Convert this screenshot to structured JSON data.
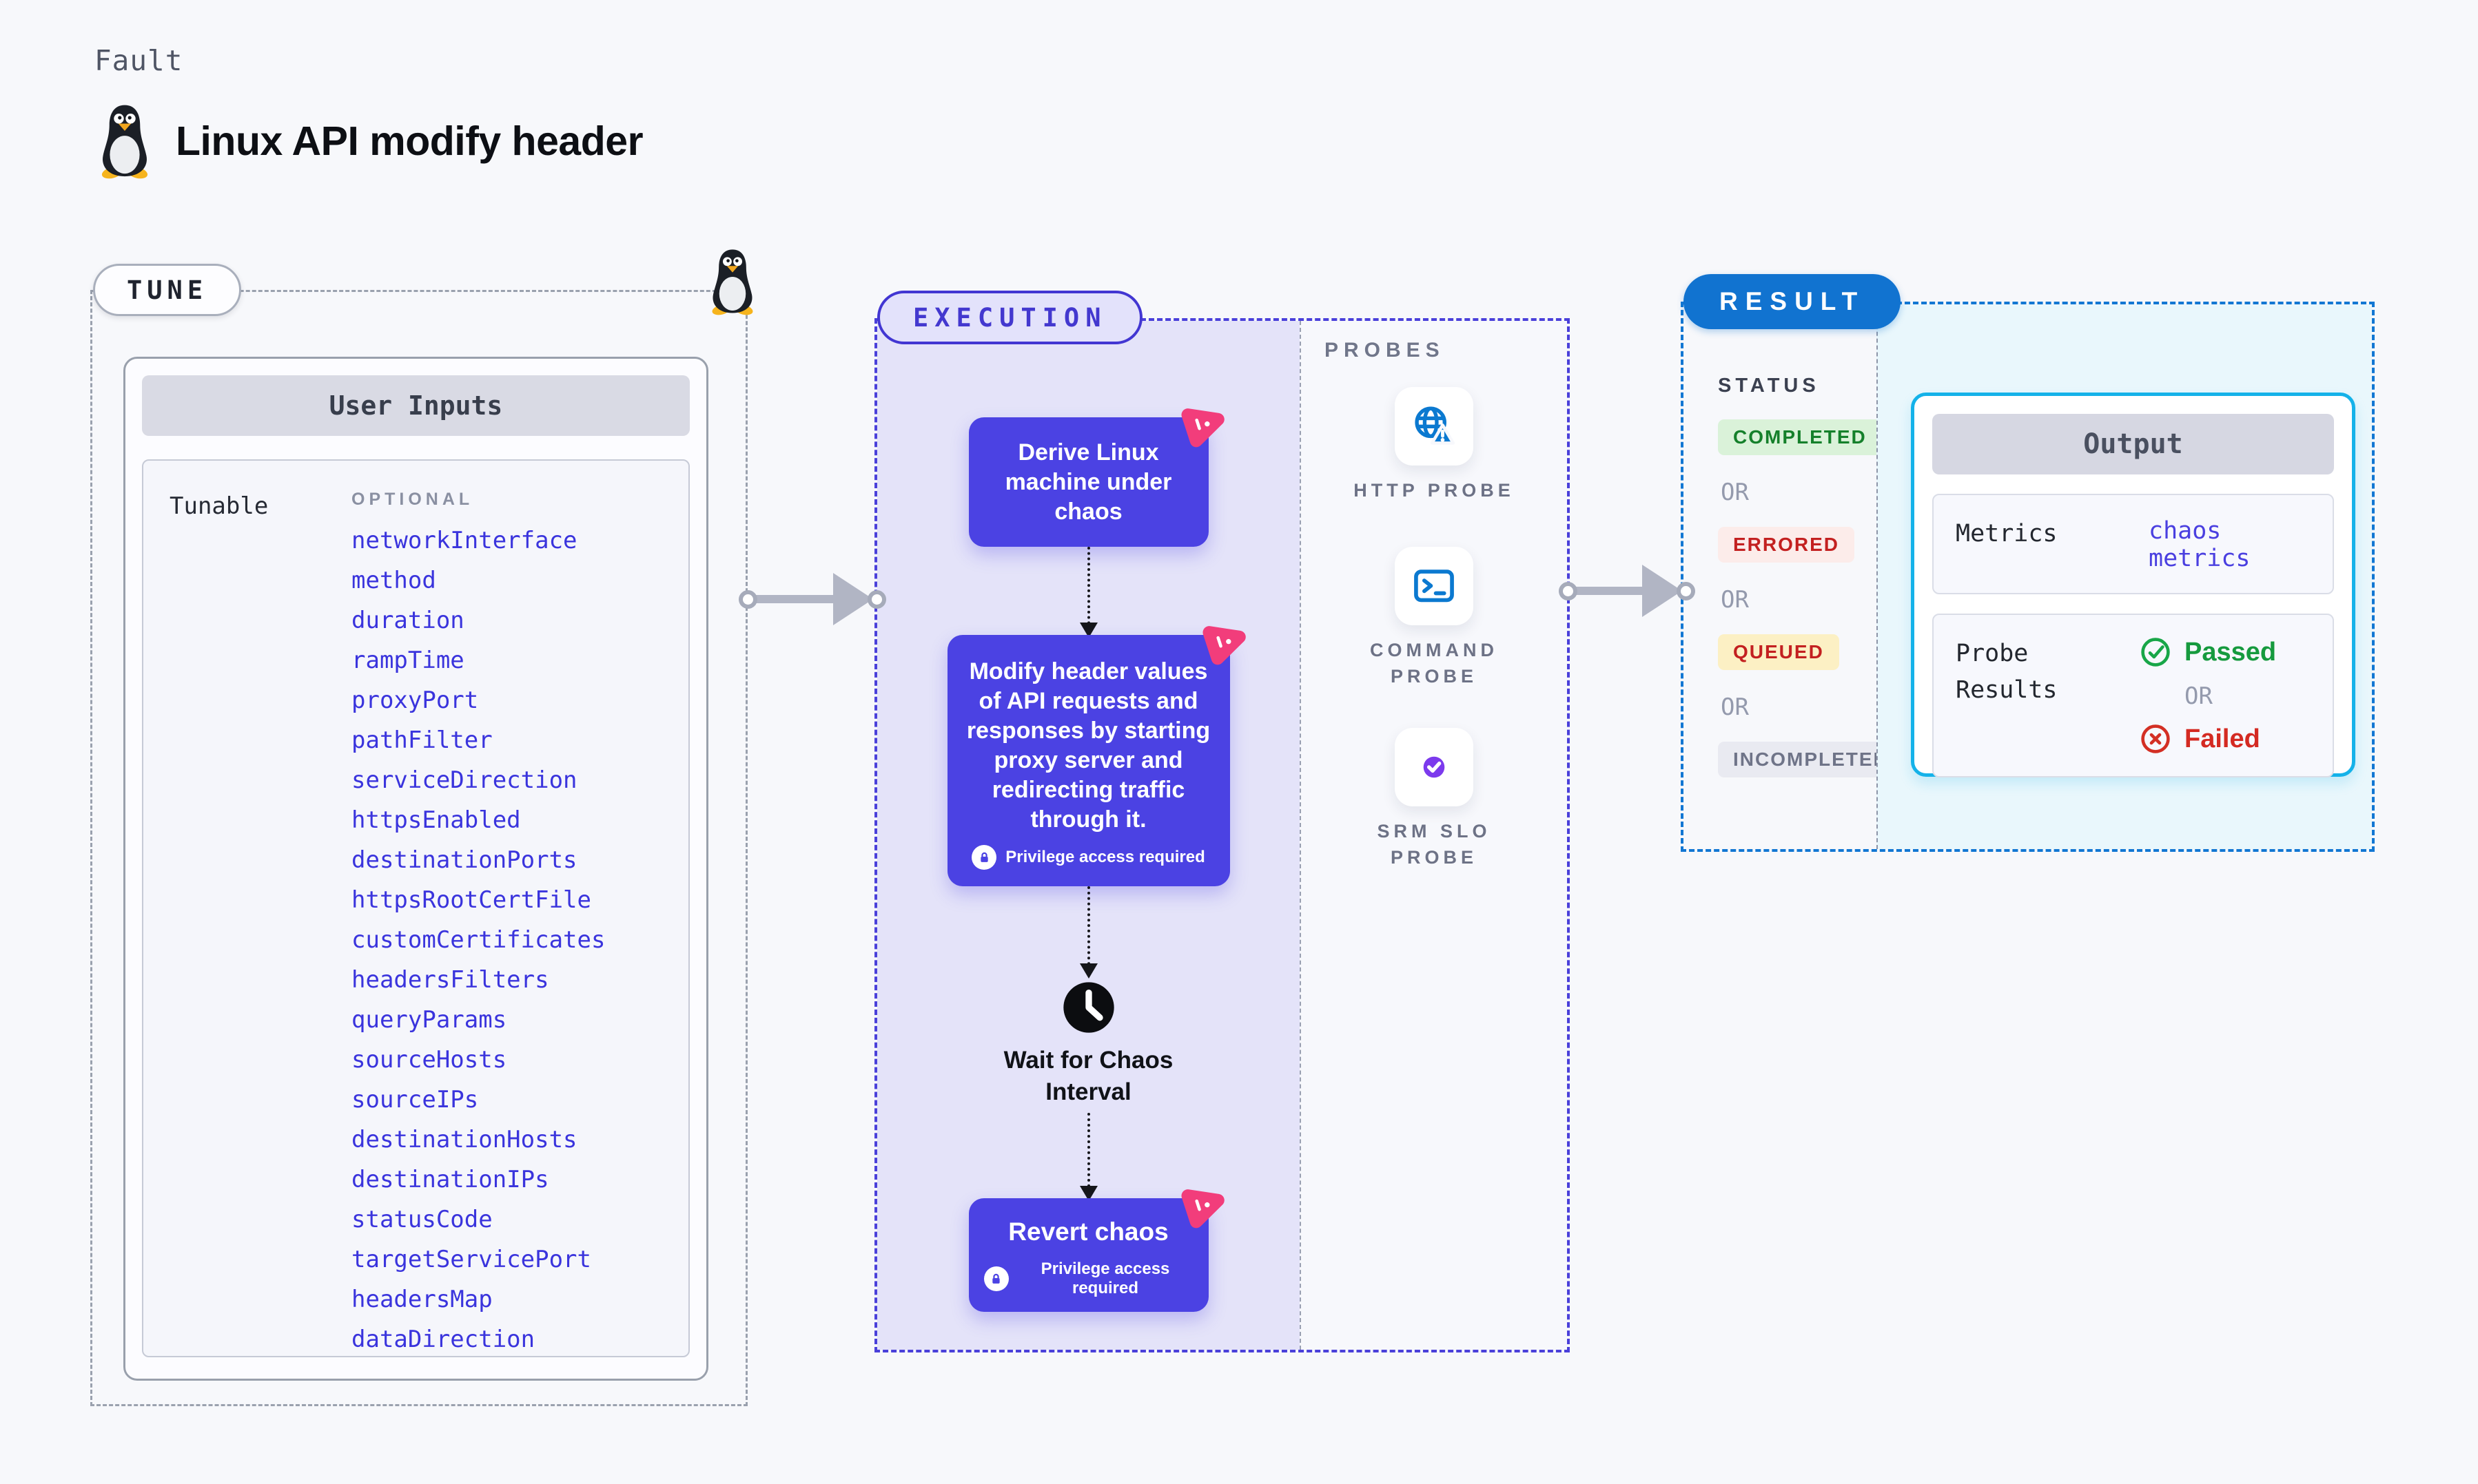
{
  "page": {
    "kicker": "Fault",
    "title": "Linux API modify header"
  },
  "tune": {
    "label": "TUNE",
    "card_title": "User Inputs",
    "row_label": "Tunable",
    "column_label": "OPTIONAL",
    "tunables": [
      "networkInterface",
      "method",
      "duration",
      "rampTime",
      "proxyPort",
      "pathFilter",
      "serviceDirection",
      "httpsEnabled",
      "destinationPorts",
      "httpsRootCertFile",
      "customCertificates",
      "headersFilters",
      "queryParams",
      "sourceHosts",
      "sourceIPs",
      "destinationHosts",
      "destinationIPs",
      "statusCode",
      "targetServicePort",
      "headersMap",
      "dataDirection"
    ]
  },
  "execution": {
    "label": "EXECUTION",
    "privilege_label": "Privilege access required",
    "steps": {
      "derive": "Derive Linux machine under chaos",
      "modify": "Modify header values of API requests and responses by starting proxy server and redirecting traffic through it.",
      "wait": [
        "Wait for Chaos",
        "Interval"
      ],
      "revert": "Revert chaos"
    }
  },
  "probes": {
    "label": "PROBES",
    "items": [
      {
        "icon": "globe-alert-icon",
        "lines": [
          "HTTP PROBE"
        ]
      },
      {
        "icon": "terminal-icon",
        "lines": [
          "COMMAND",
          "PROBE"
        ]
      },
      {
        "icon": "slo-gauge-icon",
        "lines": [
          "SRM SLO",
          "PROBE"
        ]
      }
    ]
  },
  "result": {
    "label": "RESULT",
    "status_label": "STATUS",
    "or_label": "OR",
    "statuses": [
      {
        "label": "COMPLETED",
        "text_color": "#15802b",
        "bg_color": "#daf2d9"
      },
      {
        "label": "ERRORED",
        "text_color": "#c32020",
        "bg_color": "#fcecea"
      },
      {
        "label": "QUEUED",
        "text_color": "#c32020",
        "bg_color": "#fcf0c4"
      },
      {
        "label": "INCOMPLETED",
        "text_color": "#6f7488",
        "bg_color": "#e9eaf1"
      }
    ],
    "output": {
      "title": "Output",
      "metrics_label": "Metrics",
      "metrics_value": "chaos metrics",
      "probe_results_label": "Probe Results",
      "passed_label": "Passed",
      "or_label": "OR",
      "failed_label": "Failed"
    }
  },
  "colors": {
    "accent_indigo": "#4b42e3",
    "execution_bg": "#e4e3f9",
    "result_blue": "#1173d0",
    "output_border_cyan": "#14b2e9",
    "link_blue": "#3a34dd",
    "chaos_pink": "#f23d7b",
    "passed_green": "#169a3e",
    "failed_red": "#d42a22",
    "probe_icon_blue": "#0b79d0",
    "slo_purple": "#8b47ee"
  }
}
